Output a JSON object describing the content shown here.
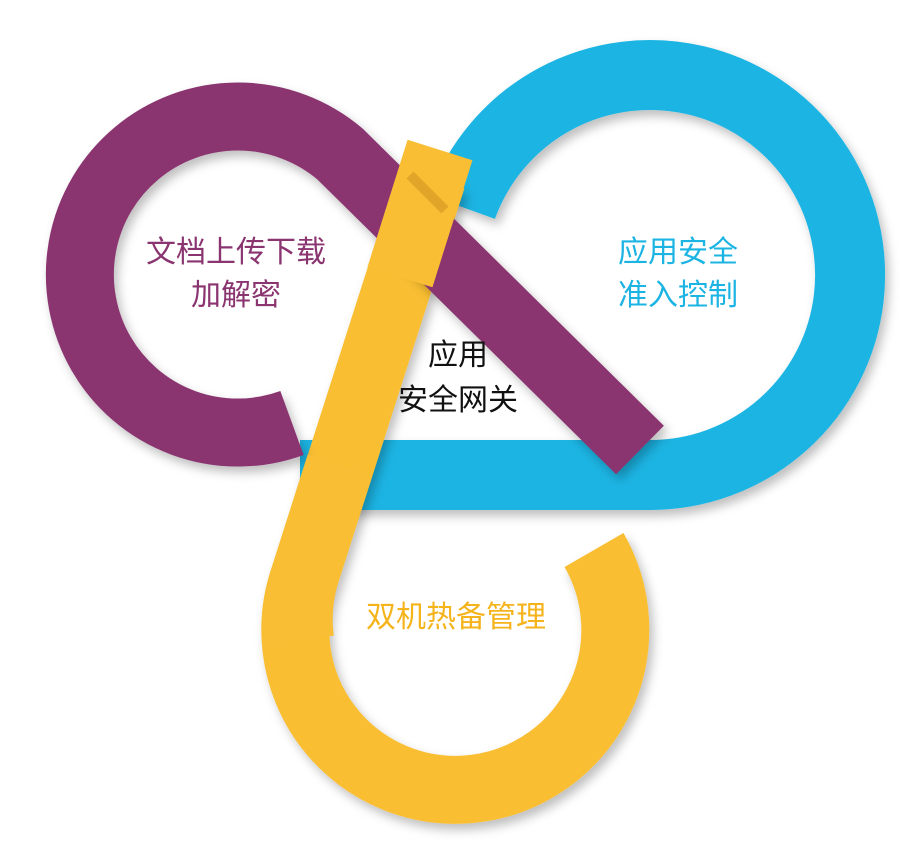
{
  "colors": {
    "purple": "#8a3470",
    "blue": "#1cb4e3",
    "yellow": "#f9be33",
    "center_text": "#111111"
  },
  "loops": {
    "purple": {
      "line1": "文档上传下载",
      "line2": "加解密"
    },
    "blue": {
      "line1": "应用安全",
      "line2": "准入控制"
    },
    "yellow": {
      "line1": "双机热备管理"
    }
  },
  "center": {
    "line1": "应用",
    "line2": "安全网关"
  }
}
